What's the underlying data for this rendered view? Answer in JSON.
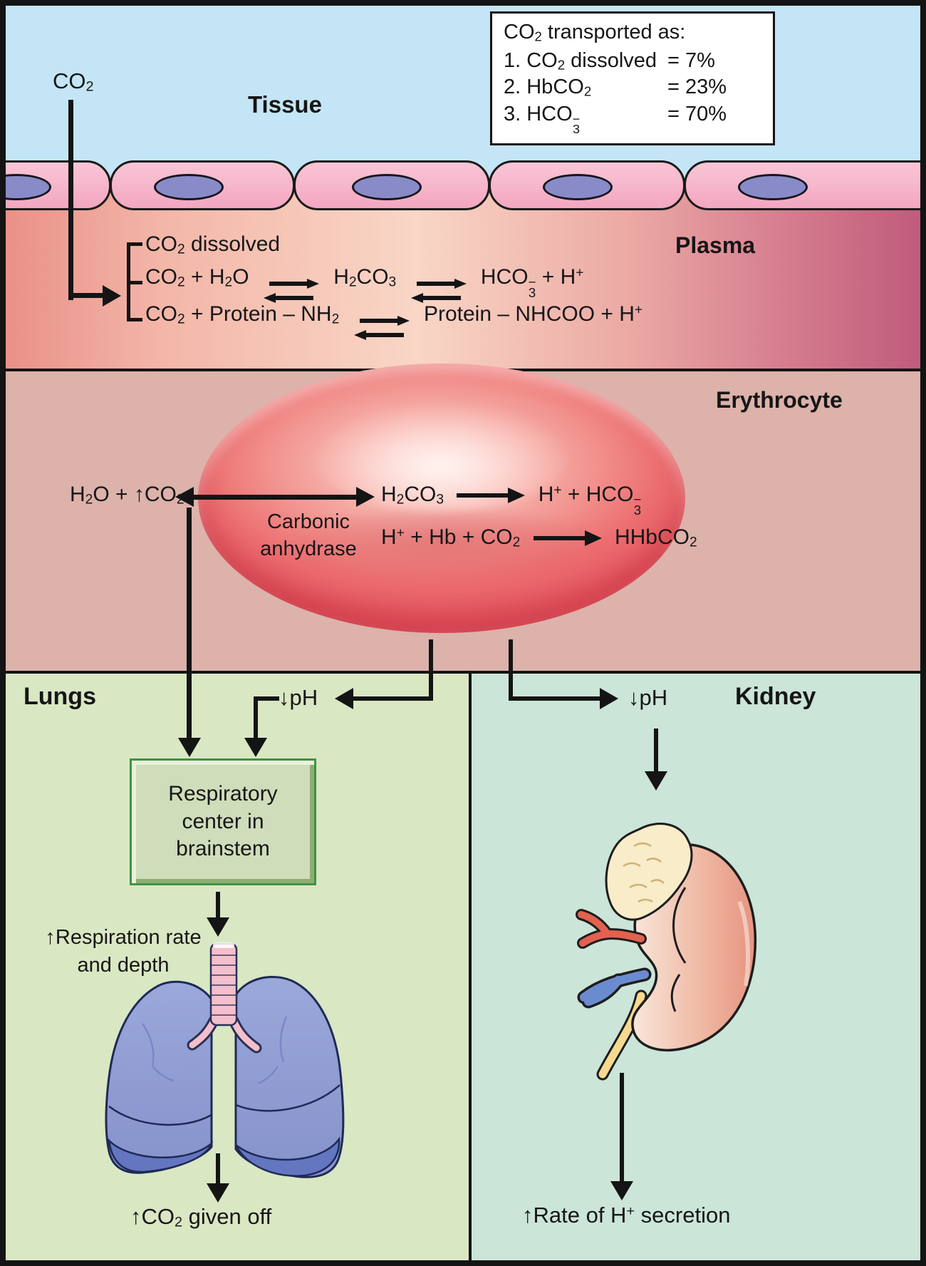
{
  "legend": {
    "title": "CO_2_ transported as:",
    "items": [
      {
        "label": "1. CO_2_ dissolved",
        "value": "= 7%"
      },
      {
        "label": "2. HbCO_2_",
        "value": "= 23%"
      },
      {
        "label": "3. HCO{3/−}",
        "value": "= 70%"
      }
    ]
  },
  "sections": {
    "tissue_label": "Tissue",
    "plasma_label": "Plasma",
    "erythrocyte_label": "Erythrocyte",
    "lungs_label": "Lungs",
    "kidney_label": "Kidney"
  },
  "tissue": {
    "co2_label": "CO_2_"
  },
  "plasma": {
    "eq1": "CO_2_ dissolved",
    "eq2": "CO_2_ + H_2_O <=> H_2_CO_3_ <=> HCO{3/−} + H^+^",
    "eq3": "CO_2_ + Protein – NH_2_ <=> Protein – NHCOO + H^+^"
  },
  "erythrocyte": {
    "eq1_left": "H_2_O + ↑CO_2_",
    "eq1_right": "H_2_CO_3_ -> H^+^ + HCO{3/−}",
    "enzyme_line1": "Carbonic",
    "enzyme_line2": "anhydrase",
    "eq2": "H^+^ + Hb + CO_2_ -> HHbCO_2_"
  },
  "lungs": {
    "ph_label": "↓pH",
    "box_line1": "Respiratory",
    "box_line2": "center in",
    "box_line3": "brainstem",
    "respiration_line1": "↑Respiration rate",
    "respiration_line2": "and depth",
    "outcome": "↑CO_2_ given off"
  },
  "kidney": {
    "ph_label": "↓pH",
    "outcome": "↑Rate of H^+^ secretion"
  },
  "colors": {
    "tissue_bg": "#c4e5f5",
    "plasma_left": "#e98f87",
    "plasma_center": "#f9d6c6",
    "plasma_right": "#bf5a7b",
    "erythrocyte_bg": "#dcb2aa",
    "lungs_bg": "#d9e7c3",
    "kidney_bg": "#cbe5d8",
    "cell_pink": "#f3a6c0",
    "nucleus_purple": "#898bc8",
    "rbc_red": "#ec6e70",
    "lung_blue": "#8995cd",
    "kidney_organ": "#f0b9a4",
    "box_green": "#3f9243",
    "line_black": "#141414"
  }
}
